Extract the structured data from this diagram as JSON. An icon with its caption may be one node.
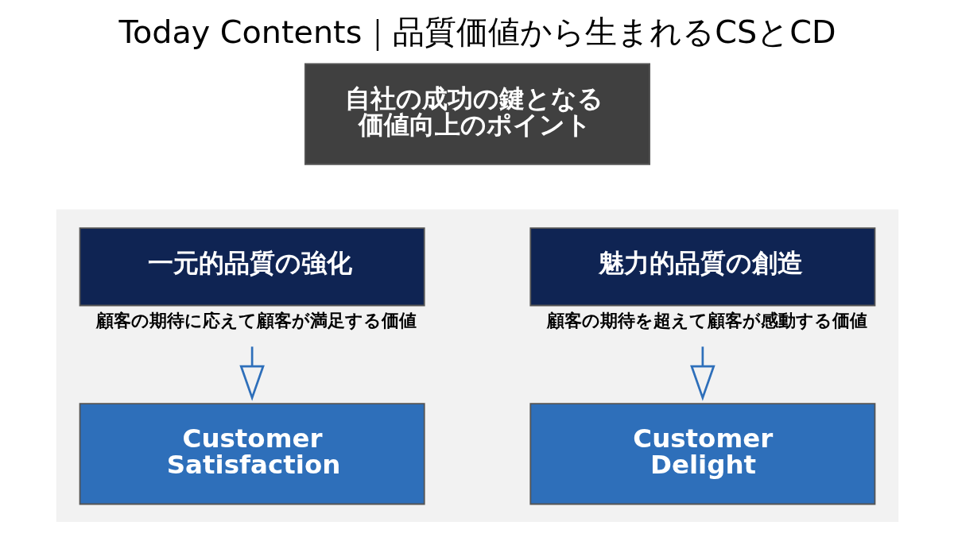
{
  "diagram": {
    "title": "Today Contents｜品質価値から生まれるCSとCD",
    "nodes": [
      {
        "text": [
          "自社の成功の鍵となる価値向上のポイント"
        ]
      },
      {
        "text": [],
        "shape": "box"
      },
      {
        "text": [
          "一元的品質の強化"
        ],
        "in": 1,
        "beside": [
          "顧客の期待に応えて顧客が満足する価値"
        ]
      },
      {
        "text": [
          "魅力的品質の創造"
        ],
        "in": 1,
        "beside": [
          "顧客の期待を超えて顧客が感動する価値"
        ]
      },
      {
        "text": [
          "Customer Satisfaction"
        ],
        "in": 1
      },
      {
        "text": [
          "Customer Delight"
        ],
        "in": 1
      }
    ],
    "edges": [
      {
        "from": 2,
        "to": 4,
        "arrow": "to"
      },
      {
        "from": 3,
        "to": 5,
        "arrow": "to"
      }
    ]
  }
}
